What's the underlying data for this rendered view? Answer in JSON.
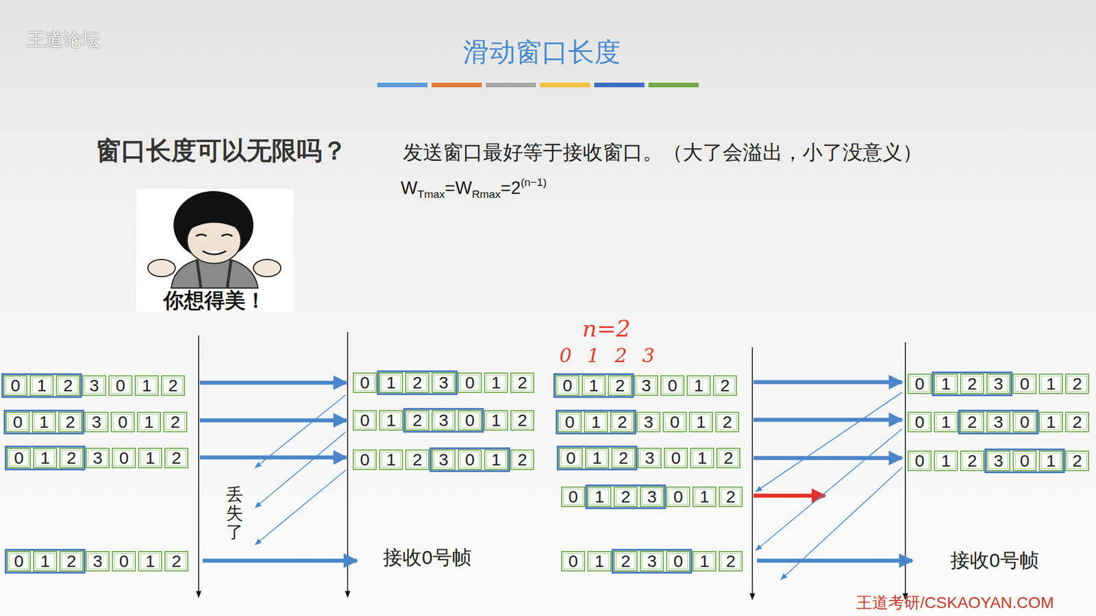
{
  "diagram": {
    "title": "滑动窗口长度",
    "nodes": [
      {
        "text": [
          "0"
        ]
      },
      {
        "text": [
          "1"
        ]
      },
      {
        "text": [
          "2"
        ]
      },
      {
        "text": [
          "3"
        ]
      },
      {
        "text": [
          "0"
        ]
      },
      {
        "text": [
          "1"
        ]
      },
      {
        "text": [
          "2"
        ]
      },
      {
        "text": [
          "0"
        ]
      },
      {
        "text": [
          "1"
        ]
      },
      {
        "text": [
          "2"
        ]
      },
      {
        "text": [
          "3"
        ]
      },
      {
        "text": [
          "0"
        ]
      },
      {
        "text": [
          "1"
        ]
      },
      {
        "text": [
          "2"
        ]
      },
      {
        "text": [
          "0"
        ]
      },
      {
        "text": [
          "1"
        ]
      },
      {
        "text": [
          "2"
        ]
      },
      {
        "text": [
          "3"
        ]
      },
      {
        "text": [
          "0"
        ]
      },
      {
        "text": [
          "1"
        ]
      },
      {
        "text": [
          "2"
        ]
      },
      {
        "text": [
          "0"
        ]
      },
      {
        "text": [
          "1"
        ]
      },
      {
        "text": [
          "2"
        ]
      },
      {
        "text": [
          "3"
        ]
      },
      {
        "text": [
          "0"
        ]
      },
      {
        "text": [
          "1"
        ]
      },
      {
        "text": [
          "2"
        ]
      },
      {
        "text": [
          "0"
        ]
      },
      {
        "text": [
          "1"
        ]
      },
      {
        "text": [
          "2"
        ]
      },
      {
        "text": [
          "3"
        ]
      },
      {
        "text": [
          "0"
        ]
      },
      {
        "text": [
          "1"
        ]
      },
      {
        "text": [
          "2"
        ]
      },
      {
        "text": [
          "0"
        ]
      },
      {
        "text": [
          "1"
        ]
      },
      {
        "text": [
          "2"
        ]
      },
      {
        "text": [
          "3"
        ]
      },
      {
        "text": [
          "0"
        ]
      },
      {
        "text": [
          "1"
        ]
      },
      {
        "text": [
          "2"
        ]
      },
      {
        "text": [
          "0"
        ]
      },
      {
        "text": [
          "1"
        ]
      },
      {
        "text": [
          "2"
        ]
      },
      {
        "text": [
          "3"
        ]
      },
      {
        "text": [
          "0"
        ]
      },
      {
        "text": [
          "1"
        ]
      },
      {
        "text": [
          "2"
        ]
      },
      {
        "text": [
          "0"
        ]
      },
      {
        "text": [
          "1"
        ]
      },
      {
        "text": [
          "2"
        ]
      },
      {
        "text": [
          "3"
        ]
      },
      {
        "text": [
          "0"
        ]
      },
      {
        "text": [
          "1"
        ]
      },
      {
        "text": [
          "2"
        ]
      },
      {
        "text": [
          "0"
        ]
      },
      {
        "text": [
          "1"
        ]
      },
      {
        "text": [
          "2"
        ]
      },
      {
        "text": [
          "3"
        ]
      },
      {
        "text": [
          "0"
        ]
      },
      {
        "text": [
          "1"
        ]
      },
      {
        "text": [
          "2"
        ]
      },
      {
        "text": [
          "0"
        ]
      },
      {
        "text": [
          "1"
        ]
      },
      {
        "text": [
          "2"
        ]
      },
      {
        "text": [
          "3"
        ]
      },
      {
        "text": [
          "0"
        ]
      },
      {
        "text": [
          "1"
        ]
      },
      {
        "text": [
          "2"
        ]
      },
      {
        "text": [
          "0"
        ]
      },
      {
        "text": [
          "1"
        ]
      },
      {
        "text": [
          "2"
        ]
      },
      {
        "text": [
          "3"
        ]
      },
      {
        "text": [
          "0"
        ]
      },
      {
        "text": [
          "1"
        ]
      },
      {
        "text": [
          "2"
        ]
      },
      {
        "text": [
          "0"
        ]
      },
      {
        "text": [
          "1"
        ]
      },
      {
        "text": [
          "2"
        ]
      },
      {
        "text": [
          "3"
        ]
      },
      {
        "text": [
          "0"
        ]
      },
      {
        "text": [
          "1"
        ]
      },
      {
        "text": [
          "2"
        ]
      },
      {
        "text": [
          "0"
        ]
      },
      {
        "text": [
          "1"
        ]
      },
      {
        "text": [
          "2"
        ]
      },
      {
        "text": [
          "3"
        ]
      },
      {
        "text": [
          "0"
        ]
      },
      {
        "text": [
          "1"
        ]
      },
      {
        "text": [
          "2"
        ]
      },
      {
        "text": [
          "0"
        ]
      },
      {
        "text": [
          "1"
        ]
      },
      {
        "text": [
          "2"
        ]
      },
      {
        "text": [
          "3"
        ]
      },
      {
        "text": [
          "0"
        ]
      },
      {
        "text": [
          "1"
        ]
      },
      {
        "text": [
          "2"
        ]
      },
      {
        "text": [
          "0"
        ]
      },
      {
        "text": [
          "1"
        ]
      },
      {
        "text": [
          "2"
        ]
      },
      {
        "text": [
          "3"
        ]
      },
      {
        "text": [
          "0"
        ]
      },
      {
        "text": [
          "1"
        ]
      },
      {
        "text": [
          "2"
        ]
      }
    ],
    "labels": [
      "王道论坛",
      "窗口长度可以无限吗？",
      "发送窗口最好等于接收窗口。（大了会溢出，小了没意义）",
      "W",
      "Tmax",
      "=W",
      "Rmax",
      "=2",
      "(n−1)",
      "你想得美！",
      "丢失了",
      "接收0号帧",
      "n=2",
      "0 1 2 3",
      "接收0号帧",
      "王道考研/CSKAOYAN.COM"
    ]
  }
}
